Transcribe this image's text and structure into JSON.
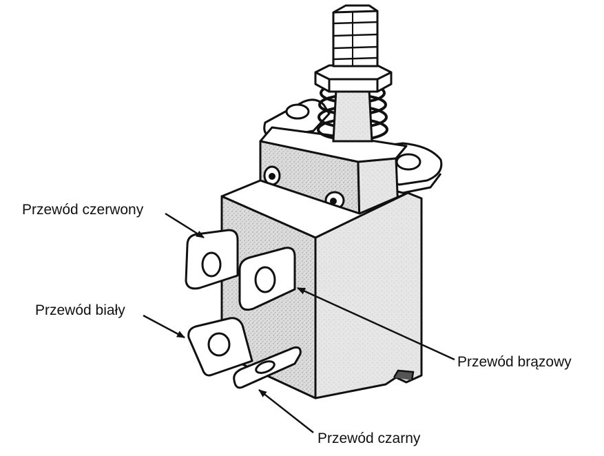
{
  "labels": {
    "red_wire": "Przewód czerwony",
    "white_wire": "Przewód biały",
    "brown_wire": "Przewód brązowy",
    "black_wire": "Przewód czarny"
  },
  "colors": {
    "ink": "#111111",
    "body_front": "#d9d9d9",
    "body_side": "#e4e4e4",
    "background": "#ffffff"
  }
}
